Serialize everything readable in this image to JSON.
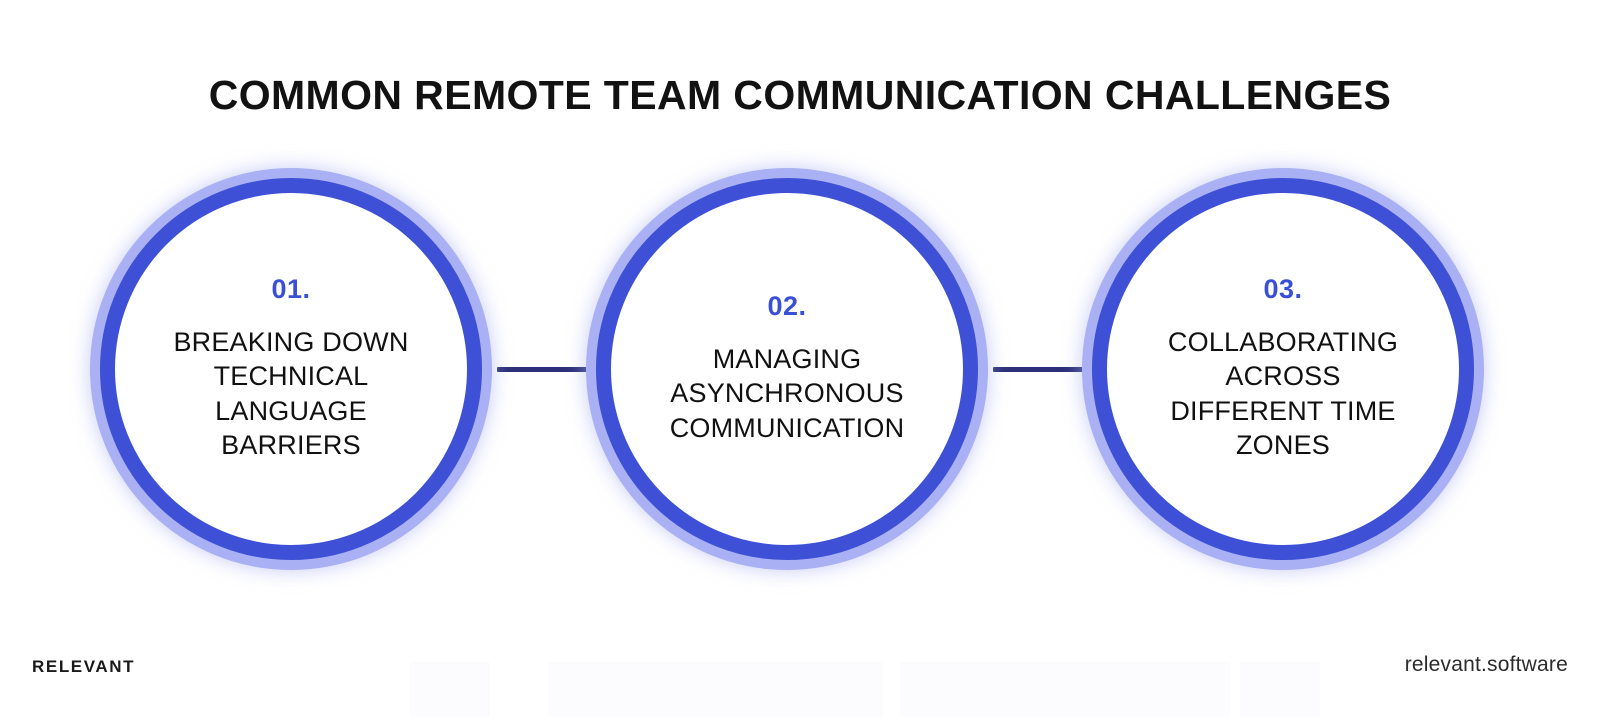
{
  "page": {
    "title": "COMMON REMOTE TEAM COMMUNICATION CHALLENGES",
    "background_color": "#ffffff"
  },
  "theme": {
    "ring_color": "#3d50d6",
    "halo_color": "#a9b0f3",
    "number_color": "#3a4fd8",
    "text_color": "#111111",
    "connector_color": "#2b2f78",
    "title_color": "#121212"
  },
  "nodes": [
    {
      "number": "01.",
      "label": "BREAKING DOWN\nTECHNICAL\nLANGUAGE\nBARRIERS"
    },
    {
      "number": "02.",
      "label": "MANAGING\nASYNCHRONOUS\nCOMMUNICATION"
    },
    {
      "number": "03.",
      "label": "COLLABORATING\nACROSS\nDIFFERENT TIME\nZONES"
    }
  ],
  "footer": {
    "logo": "RELEVANT",
    "url": "relevant.software"
  }
}
